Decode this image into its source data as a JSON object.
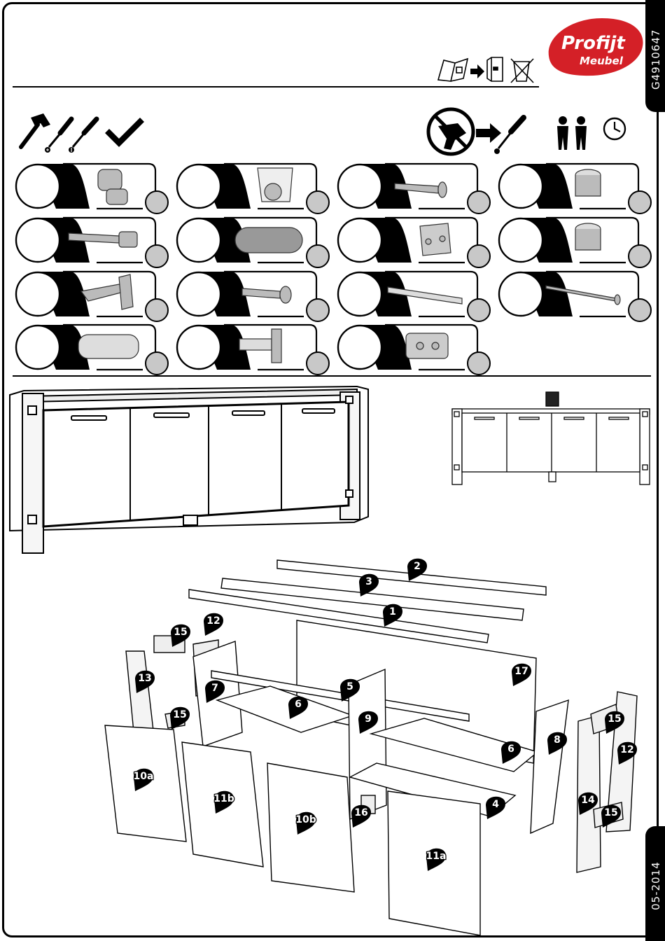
{
  "document": {
    "product_code": "G4910647",
    "date": "05-2014"
  },
  "brand": {
    "name_line1": "Profijt",
    "name_line2": "Meubel",
    "colors": {
      "red": "#d42027",
      "black": "#000000",
      "grey": "#c8c8c8"
    }
  },
  "header_icons": [
    "manual-icon",
    "arrow-right-icon",
    "binder-icon",
    "no-dispose-icon"
  ],
  "tools": [
    "hammer-icon",
    "phillips-screwdriver-icon",
    "flat-screwdriver-icon",
    "set-square-icon"
  ],
  "tools_right": [
    "no-power-drill-icon",
    "arrow-right-icon",
    "phillips-screwdriver-icon",
    "two-persons-icon",
    "clock-icon"
  ],
  "hardware_tiles": [
    {
      "icon": "cam-bolt-sleeve-icon"
    },
    {
      "icon": "shelf-support-icon"
    },
    {
      "icon": "wood-screw-icon"
    },
    {
      "icon": "cam-lock-icon"
    },
    {
      "icon": "cam-bolt-icon"
    },
    {
      "icon": "wooden-dowel-icon"
    },
    {
      "icon": "hinge-plate-icon"
    },
    {
      "icon": "cam-lock-icon"
    },
    {
      "icon": "cabinet-hinge-icon"
    },
    {
      "icon": "euro-screw-icon"
    },
    {
      "icon": "handle-icon"
    },
    {
      "icon": "long-bolt-icon"
    },
    {
      "icon": "plastic-plug-icon"
    },
    {
      "icon": "door-catch-icon"
    },
    {
      "icon": "mounting-plate-icon"
    }
  ],
  "parts": [
    {
      "label": "2"
    },
    {
      "label": "3"
    },
    {
      "label": "1"
    },
    {
      "label": "15"
    },
    {
      "label": "12"
    },
    {
      "label": "13"
    },
    {
      "label": "7"
    },
    {
      "label": "5"
    },
    {
      "label": "17"
    },
    {
      "label": "6"
    },
    {
      "label": "15"
    },
    {
      "label": "9"
    },
    {
      "label": "8"
    },
    {
      "label": "15"
    },
    {
      "label": "6"
    },
    {
      "label": "12"
    },
    {
      "label": "10a"
    },
    {
      "label": "11b"
    },
    {
      "label": "4"
    },
    {
      "label": "14"
    },
    {
      "label": "15"
    },
    {
      "label": "16"
    },
    {
      "label": "10b"
    },
    {
      "label": "11a"
    }
  ]
}
